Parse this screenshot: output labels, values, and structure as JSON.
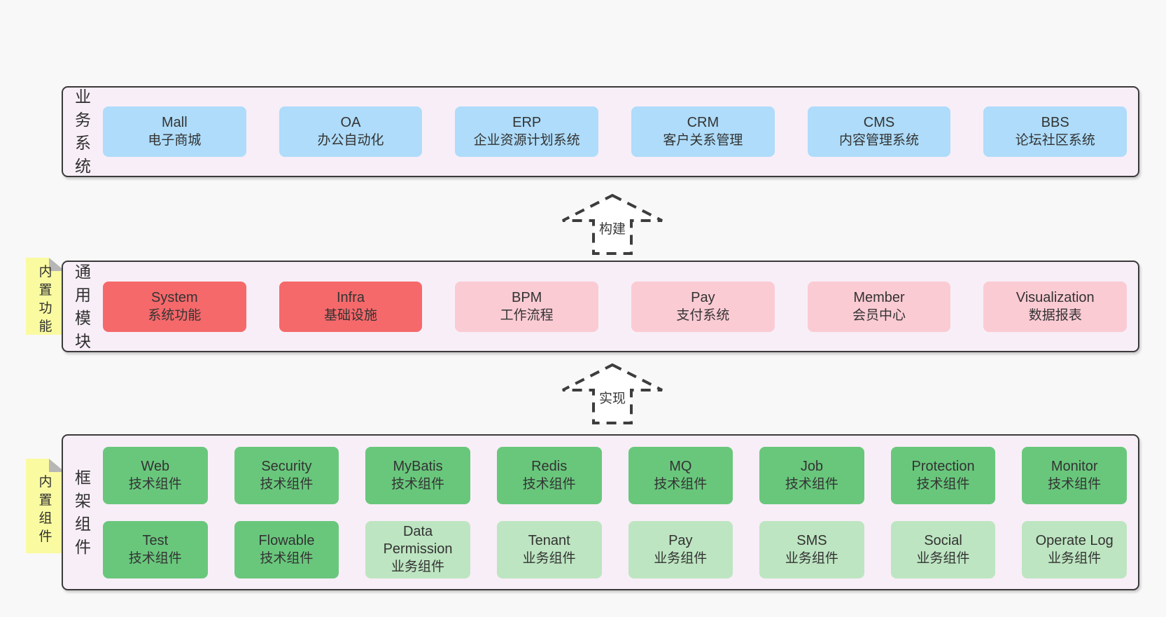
{
  "colors": {
    "page": "#f8f8f8",
    "panel": "#f8eef7",
    "border": "#3a3a3a",
    "blue": "#aedcfa",
    "red": "#f5696b",
    "pink": "#fbcbd4",
    "green": "#69c77c",
    "lightgreen": "#bde5c1",
    "yellow": "#fafaa1",
    "fold": "#b6b6b6",
    "text": "#333333",
    "arrow": "#3d3d3d"
  },
  "sections": [
    {
      "id": "business-systems",
      "label": "业务系统",
      "sticky": null,
      "rows": [
        [
          {
            "en": "Mall",
            "zh": "电子商城",
            "type": "blue"
          },
          {
            "en": "OA",
            "zh": "办公自动化",
            "type": "blue"
          },
          {
            "en": "ERP",
            "zh": "企业资源计划系统",
            "type": "blue"
          },
          {
            "en": "CRM",
            "zh": "客户关系管理",
            "type": "blue"
          },
          {
            "en": "CMS",
            "zh": "内容管理系统",
            "type": "blue"
          },
          {
            "en": "BBS",
            "zh": "论坛社区系统",
            "type": "blue"
          }
        ]
      ]
    },
    {
      "id": "common-modules",
      "label": "通用模块",
      "sticky": "内置功能",
      "rows": [
        [
          {
            "en": "System",
            "zh": "系统功能",
            "type": "red"
          },
          {
            "en": "Infra",
            "zh": "基础设施",
            "type": "red"
          },
          {
            "en": "BPM",
            "zh": "工作流程",
            "type": "pink"
          },
          {
            "en": "Pay",
            "zh": "支付系统",
            "type": "pink"
          },
          {
            "en": "Member",
            "zh": "会员中心",
            "type": "pink"
          },
          {
            "en": "Visualization",
            "zh": "数据报表",
            "type": "pink"
          }
        ]
      ]
    },
    {
      "id": "framework-components",
      "label": "框架组件",
      "sticky": "内置组件",
      "rows": [
        [
          {
            "en": "Web",
            "zh": "技术组件",
            "type": "green"
          },
          {
            "en": "Security",
            "zh": "技术组件",
            "type": "green"
          },
          {
            "en": "MyBatis",
            "zh": "技术组件",
            "type": "green"
          },
          {
            "en": "Redis",
            "zh": "技术组件",
            "type": "green"
          },
          {
            "en": "MQ",
            "zh": "技术组件",
            "type": "green"
          },
          {
            "en": "Job",
            "zh": "技术组件",
            "type": "green"
          },
          {
            "en": "Protection",
            "zh": "技术组件",
            "type": "green"
          },
          {
            "en": "Monitor",
            "zh": "技术组件",
            "type": "green"
          }
        ],
        [
          {
            "en": "Test",
            "zh": "技术组件",
            "type": "green"
          },
          {
            "en": "Flowable",
            "zh": "技术组件",
            "type": "green"
          },
          {
            "en": "Data Permission",
            "zh": "业务组件",
            "type": "lightgreen"
          },
          {
            "en": "Tenant",
            "zh": "业务组件",
            "type": "lightgreen"
          },
          {
            "en": "Pay",
            "zh": "业务组件",
            "type": "lightgreen"
          },
          {
            "en": "SMS",
            "zh": "业务组件",
            "type": "lightgreen"
          },
          {
            "en": "Social",
            "zh": "业务组件",
            "type": "lightgreen"
          },
          {
            "en": "Operate Log",
            "zh": "业务组件",
            "type": "lightgreen"
          }
        ]
      ]
    }
  ],
  "arrows": [
    {
      "id": "build",
      "label": "构建"
    },
    {
      "id": "implement",
      "label": "实现"
    }
  ]
}
